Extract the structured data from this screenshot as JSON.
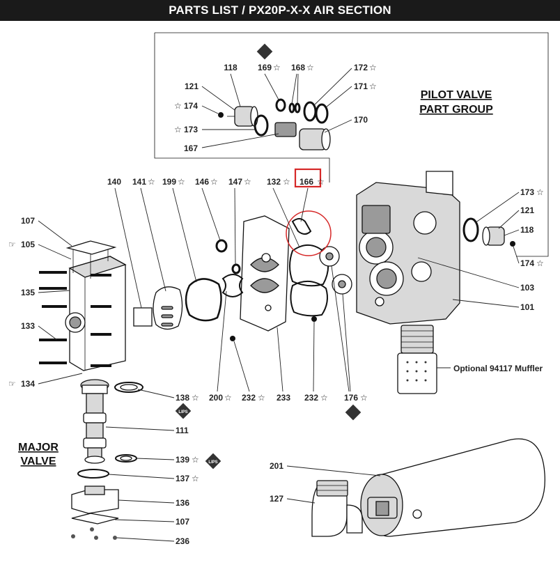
{
  "header": {
    "title": "PARTS LIST / PX20P-X-X AIR SECTION"
  },
  "pilot_group": {
    "line1": "PILOT VALVE",
    "line2": "PART GROUP"
  },
  "major_valve": {
    "line1": "MAJOR",
    "line2": "VALVE"
  },
  "muffler_label": "Optional 94117 Muffler",
  "star": "☆",
  "hand": "☞",
  "callouts": {
    "c118a": "118",
    "c169": "169",
    "c168": "168",
    "c172": "172",
    "c121a": "121",
    "c171": "171",
    "c174a": "174",
    "c173a": "173",
    "c170": "170",
    "c167": "167",
    "c140": "140",
    "c141": "141",
    "c199": "199",
    "c146": "146",
    "c147": "147",
    "c132": "132",
    "c166": "166",
    "c173b": "173",
    "c121b": "121",
    "c118b": "118",
    "c174b": "174",
    "c103": "103",
    "c101": "101",
    "c107a": "107",
    "c105": "105",
    "c135": "135",
    "c133": "133",
    "c134": "134",
    "c138": "138",
    "c200": "200",
    "c232a": "232",
    "c233": "233",
    "c232b": "232",
    "c176": "176",
    "c111": "111",
    "c139": "139",
    "c137": "137",
    "c136": "136",
    "c107b": "107",
    "c236": "236",
    "c201": "201",
    "c127": "127"
  },
  "badge": "LIPS",
  "highlight_color": "#d62828"
}
